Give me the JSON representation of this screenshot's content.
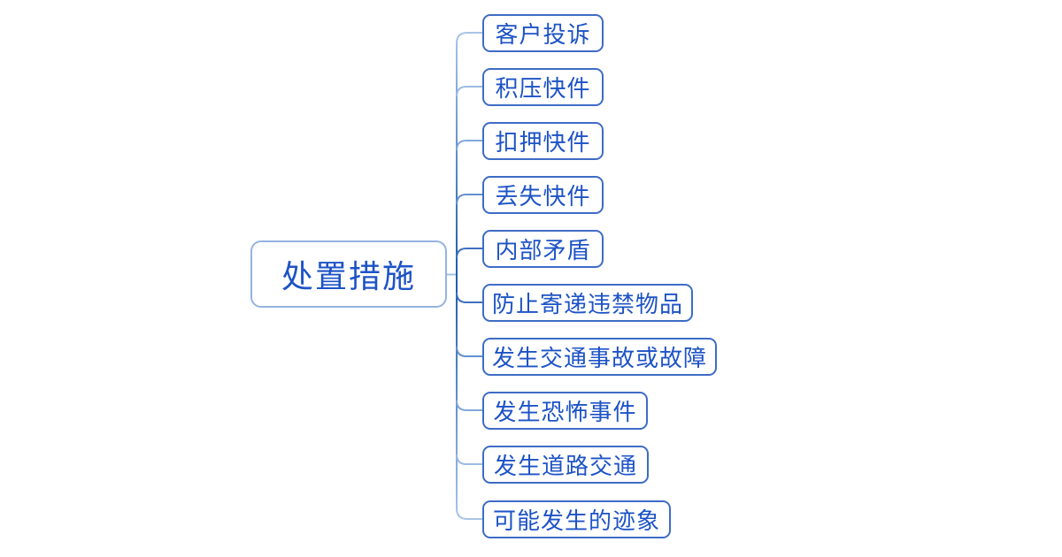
{
  "diagram": {
    "type": "mindmap",
    "root": {
      "label": "处置措施"
    },
    "children": [
      {
        "label": "客户投诉"
      },
      {
        "label": "积压快件"
      },
      {
        "label": "扣押快件"
      },
      {
        "label": "丢失快件"
      },
      {
        "label": "内部矛盾"
      },
      {
        "label": "防止寄递违禁物品"
      },
      {
        "label": "发生交通事故或故障"
      },
      {
        "label": "发生恐怖事件"
      },
      {
        "label": "发生道路交通"
      },
      {
        "label": "可能发生的迹象"
      }
    ],
    "colors": {
      "background": "#ffffff",
      "text": "#1d53c6",
      "root_border": "#94b3e0",
      "child_border": "#3e6cc6",
      "branch_dark": "#1f60b2",
      "branch_light": "#a9c4e6"
    }
  }
}
